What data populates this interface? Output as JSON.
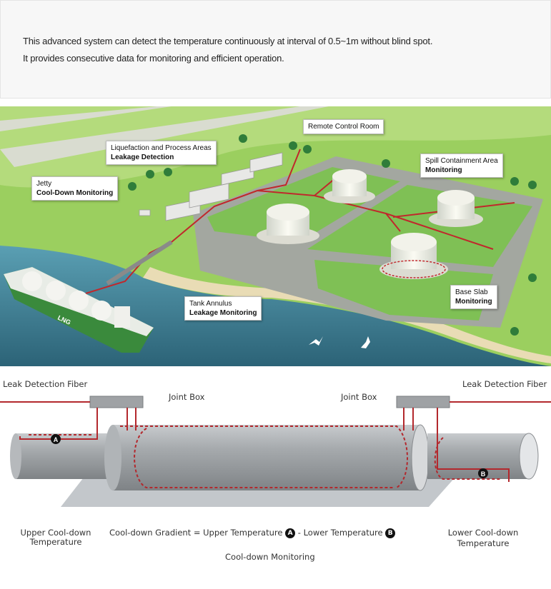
{
  "intro": {
    "line1": "This advanced system can detect the temperature continuously at interval of 0.5~1m without blind spot.",
    "line2": "It provides consecutive data for monitoring and efficient operation."
  },
  "plant_callouts": {
    "remote_control": "Remote Control Room",
    "liquefaction_line1": "Liquefaction and Process Areas",
    "liquefaction_line2": "Leakage Detection",
    "jetty_line1": "Jetty",
    "jetty_line2": "Cool-Down Monitoring",
    "spill_line1": "Spill Containment Area",
    "spill_line2": "Monitoring",
    "tank_line1": "Tank Annulus",
    "tank_line2": "Leakage Monitoring",
    "base_line1": "Base Slab",
    "base_line2": "Monitoring",
    "ship_label": "LNG"
  },
  "pipe_diagram": {
    "leak_fiber_left": "Leak Detection Fiber",
    "leak_fiber_right": "Leak Detection Fiber",
    "joint_box_left": "Joint Box",
    "joint_box_right": "Joint Box",
    "marker_a": "A",
    "marker_b": "B",
    "upper_line1": "Upper Cool-down",
    "upper_line2": "Temperature",
    "gradient_part1": "Cool-down Gradient = Upper Temperature",
    "gradient_part2": "- Lower Temperature",
    "lower_line1": "Lower Cool-down",
    "lower_line2": "Temperature",
    "caption": "Cool-down Monitoring"
  },
  "colors": {
    "fiber_red": "#b3282d",
    "grass": "#8cc152",
    "water": "#3e7f95",
    "pipe_gray": "#9ea2a6"
  }
}
